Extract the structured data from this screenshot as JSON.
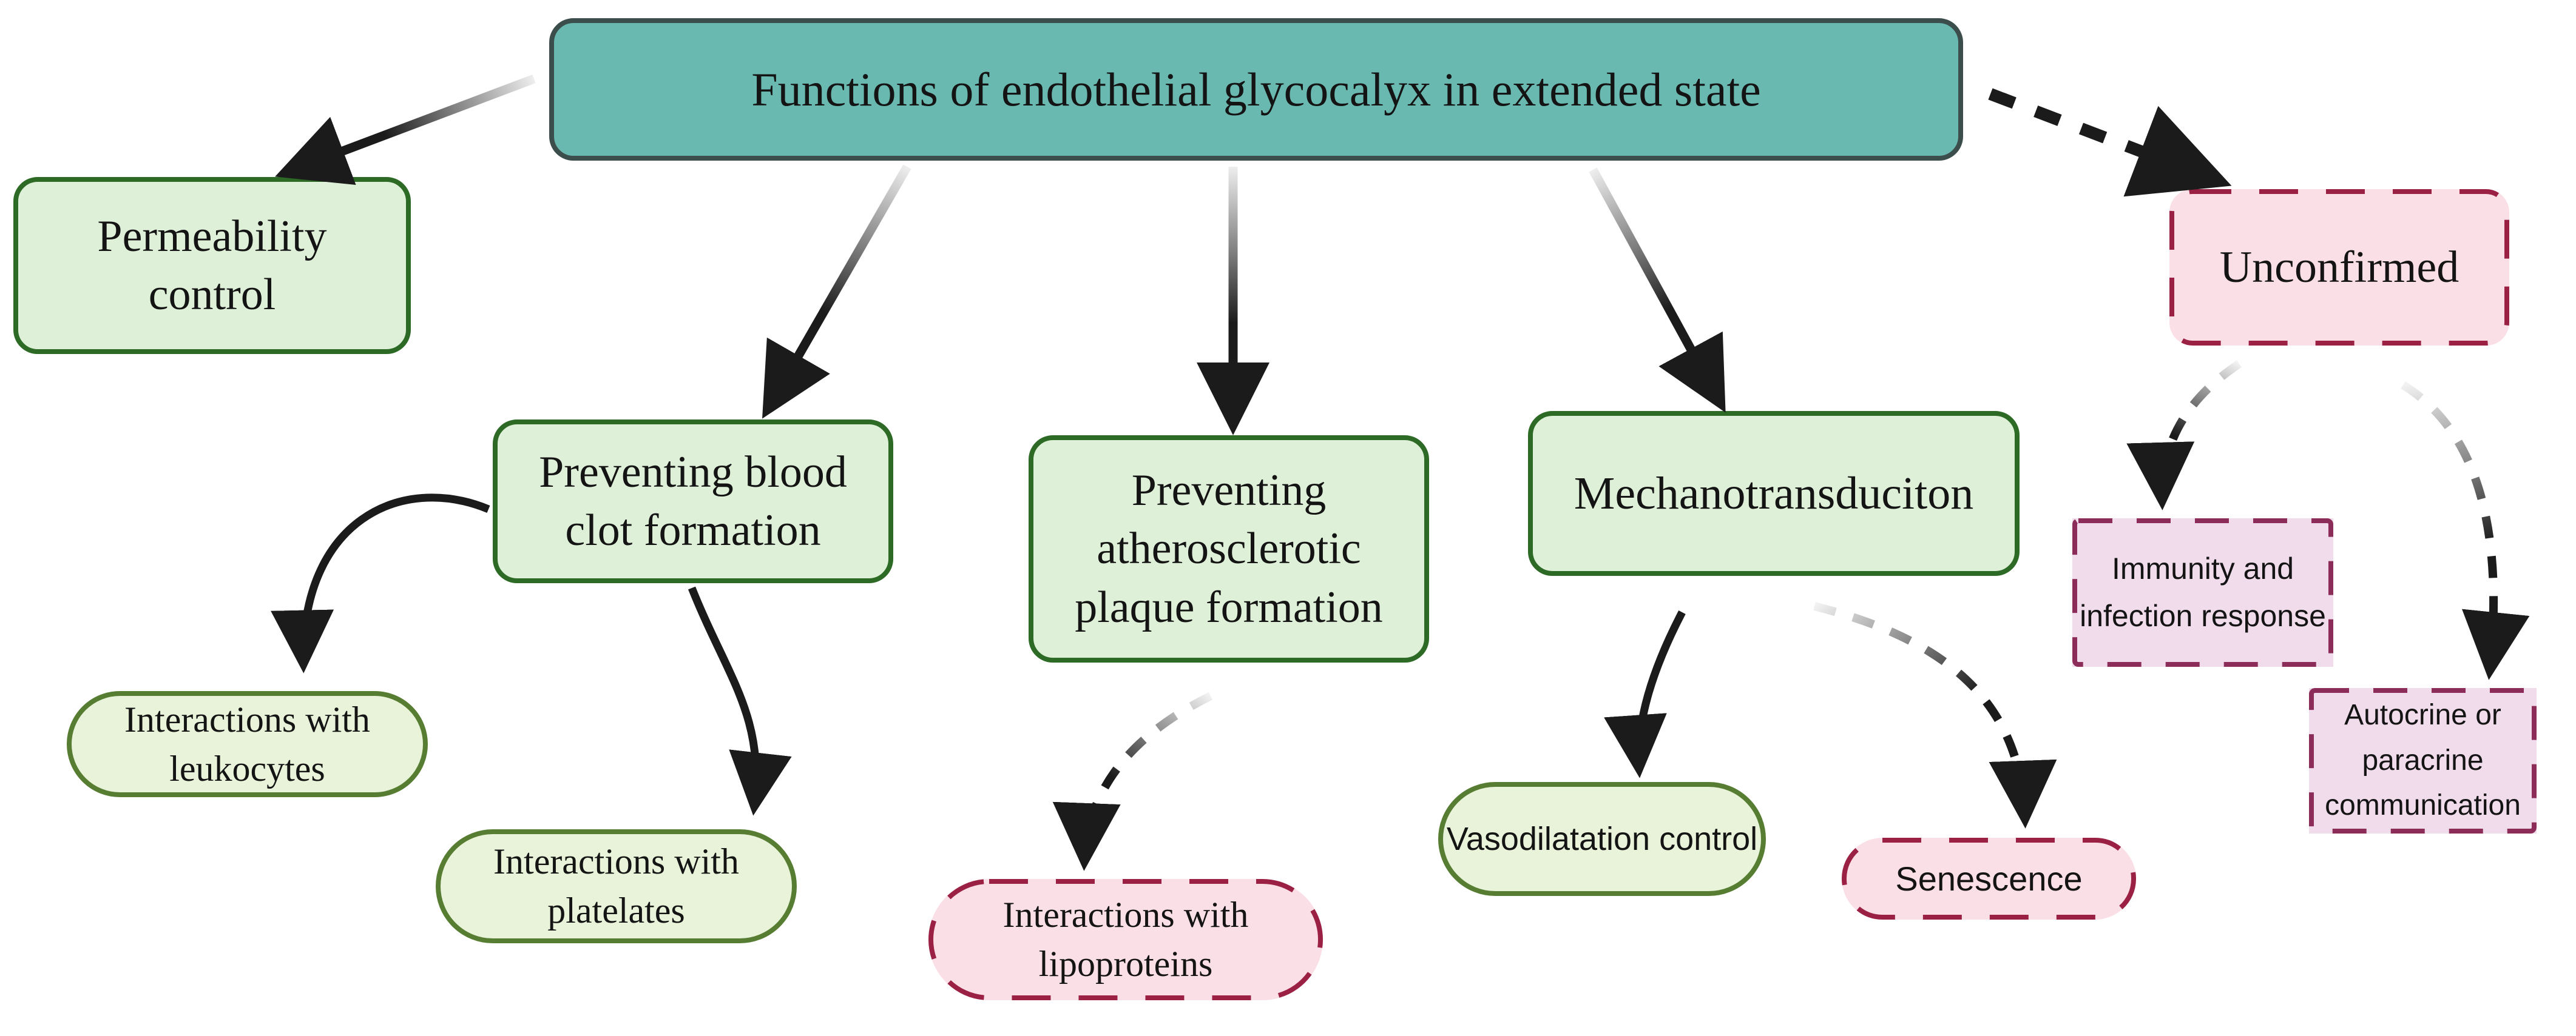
{
  "palette": {
    "title_fill": "#69b9b1",
    "title_border": "#3b4e4c",
    "green_fill": "#dff0d8",
    "green_border": "#2d6a26",
    "pill_green_fill": "#e8f3d9",
    "pill_green_border": "#567d31",
    "pink_fill": "#fbdfe6",
    "pink_dashed_border": "#9b2144",
    "purple_fill": "#f1dcec",
    "purple_dashed_border": "#8c2d59",
    "arrow_color": "#1b1b1b",
    "text_color": "#141414",
    "background": "#ffffff"
  },
  "diagram": {
    "title": {
      "label": "Functions of endothelial glycocalyx in extended state"
    },
    "nodes": {
      "permeability": {
        "label": "Permeability control",
        "status": "confirmed"
      },
      "preventing-blood-clot": {
        "label": "Preventing blood clot formation",
        "status": "confirmed"
      },
      "preventing-atherosclerotic": {
        "label": "Preventing atherosclerotic plaque formation",
        "status": "confirmed"
      },
      "mechanotransduction": {
        "label": "Mechanotransduciton",
        "status": "confirmed"
      },
      "unconfirmed": {
        "label": "Unconfirmed",
        "status": "unconfirmed"
      },
      "interactions-leukocytes": {
        "label": "Interactions with leukocytes",
        "status": "confirmed"
      },
      "interactions-platelates": {
        "label": "Interactions with platelates",
        "status": "confirmed"
      },
      "interactions-lipoproteins": {
        "label": "Interactions with lipoproteins",
        "status": "unconfirmed"
      },
      "vasodilatation-control": {
        "label": "Vasodilatation control",
        "status": "confirmed"
      },
      "senescence": {
        "label": "Senescence",
        "status": "unconfirmed"
      },
      "immunity-infection-response": {
        "label": "Immunity and infection response",
        "status": "unconfirmed"
      },
      "autocrine-paracrine-communication": {
        "label": "Autocrine or paracrine communication",
        "status": "unconfirmed"
      }
    },
    "edges": [
      {
        "from": "title",
        "to": "permeability",
        "style": "solid"
      },
      {
        "from": "title",
        "to": "preventing-blood-clot",
        "style": "solid"
      },
      {
        "from": "title",
        "to": "preventing-atherosclerotic",
        "style": "solid"
      },
      {
        "from": "title",
        "to": "mechanotransduction",
        "style": "solid"
      },
      {
        "from": "title",
        "to": "unconfirmed",
        "style": "dashed"
      },
      {
        "from": "preventing-blood-clot",
        "to": "interactions-leukocytes",
        "style": "solid"
      },
      {
        "from": "preventing-blood-clot",
        "to": "interactions-platelates",
        "style": "solid"
      },
      {
        "from": "preventing-atherosclerotic",
        "to": "interactions-lipoproteins",
        "style": "dashed"
      },
      {
        "from": "mechanotransduction",
        "to": "vasodilatation-control",
        "style": "solid"
      },
      {
        "from": "mechanotransduction",
        "to": "senescence",
        "style": "dashed"
      },
      {
        "from": "unconfirmed",
        "to": "immunity-infection-response",
        "style": "dashed"
      },
      {
        "from": "unconfirmed",
        "to": "autocrine-paracrine-communication",
        "style": "dashed"
      }
    ]
  }
}
